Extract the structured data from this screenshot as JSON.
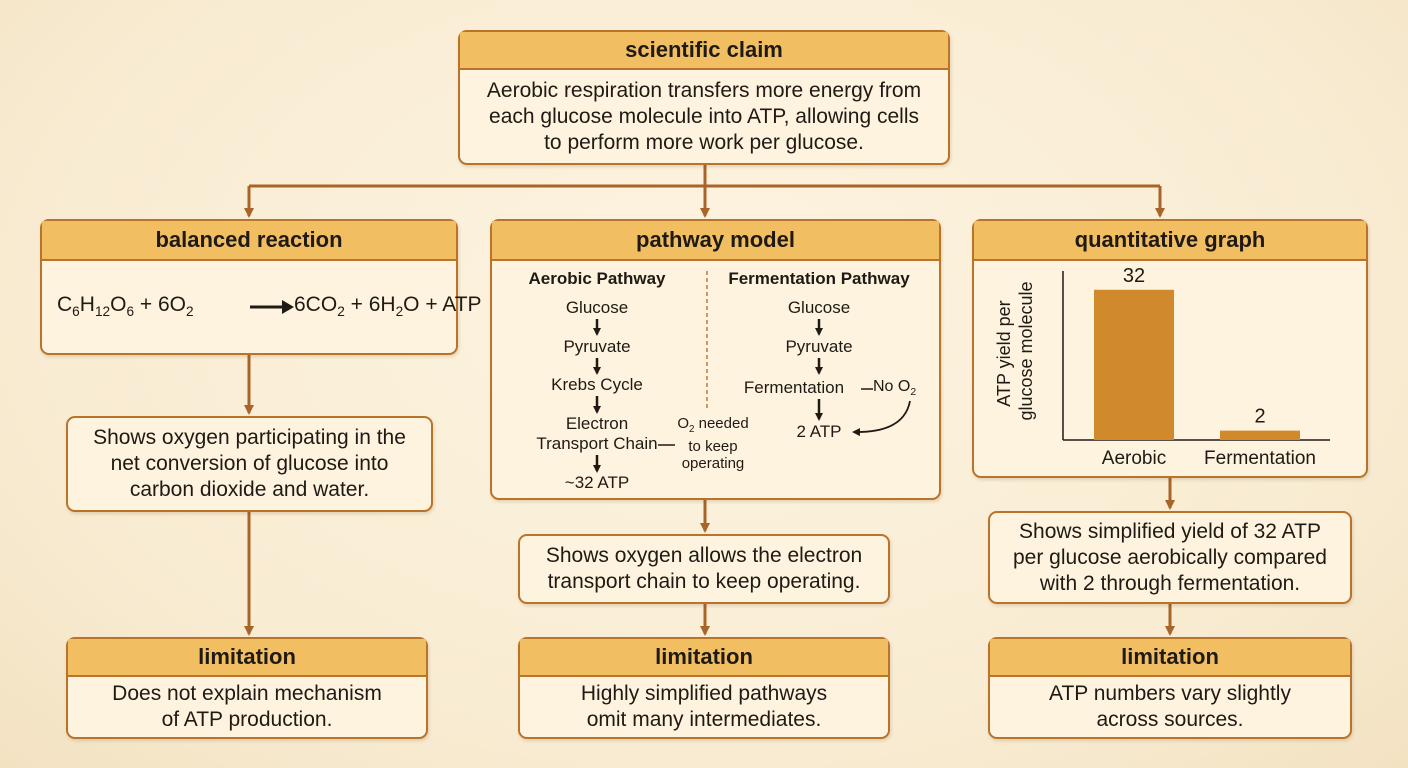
{
  "claim": {
    "header": "scientific claim",
    "text": "Aerobic respiration transfers more energy from each glucose molecule into ATP, allowing cells to perform more work per glucose."
  },
  "reaction": {
    "header": "balanced reaction",
    "equation_left": "C6H12O6 + 6O2",
    "equation_right": "6CO2 + 6H2O + ATP",
    "explanation": "Shows oxygen participating in the net conversion of glucose into carbon dioxide and water.",
    "limitation_header": "limitation",
    "limitation": "Does not explain mechanism of ATP production."
  },
  "pathway": {
    "header": "pathway model",
    "aerobic_title": "Aerobic Pathway",
    "aerobic_steps": [
      "Glucose",
      "Pyruvate",
      "Krebs Cycle",
      "Electron",
      "Transport Chain",
      "~32 ATP"
    ],
    "o2_note_line1": "O2 needed",
    "o2_note_line2": "to keep",
    "o2_note_line3": "operating",
    "fermentation_title": "Fermentation Pathway",
    "fermentation_steps": [
      "Glucose",
      "Pyruvate",
      "Fermentation",
      "2 ATP"
    ],
    "no_o2": "No O2",
    "explanation": "Shows oxygen allows the electron transport chain to keep operating.",
    "limitation_header": "limitation",
    "limitation": "Highly simplified pathways omit many intermediates."
  },
  "graph": {
    "header": "quantitative graph",
    "explanation": "Shows simplified yield of 32 ATP per glucose aerobically compared with 2 through fermentation.",
    "limitation_header": "limitation",
    "limitation": "ATP numbers vary slightly across sources."
  },
  "chart_data": {
    "type": "bar",
    "categories": [
      "Aerobic",
      "Fermentation"
    ],
    "values": [
      32,
      2
    ],
    "ylabel": "ATP yield per glucose molecule",
    "ylim": [
      0,
      36
    ],
    "bar_color": "#d08a2c",
    "grid": false
  },
  "colors": {
    "header_fill": "#f1be62",
    "box_fill": "#fdf3df",
    "border": "#b8742a",
    "arrow": "#a9642a"
  }
}
